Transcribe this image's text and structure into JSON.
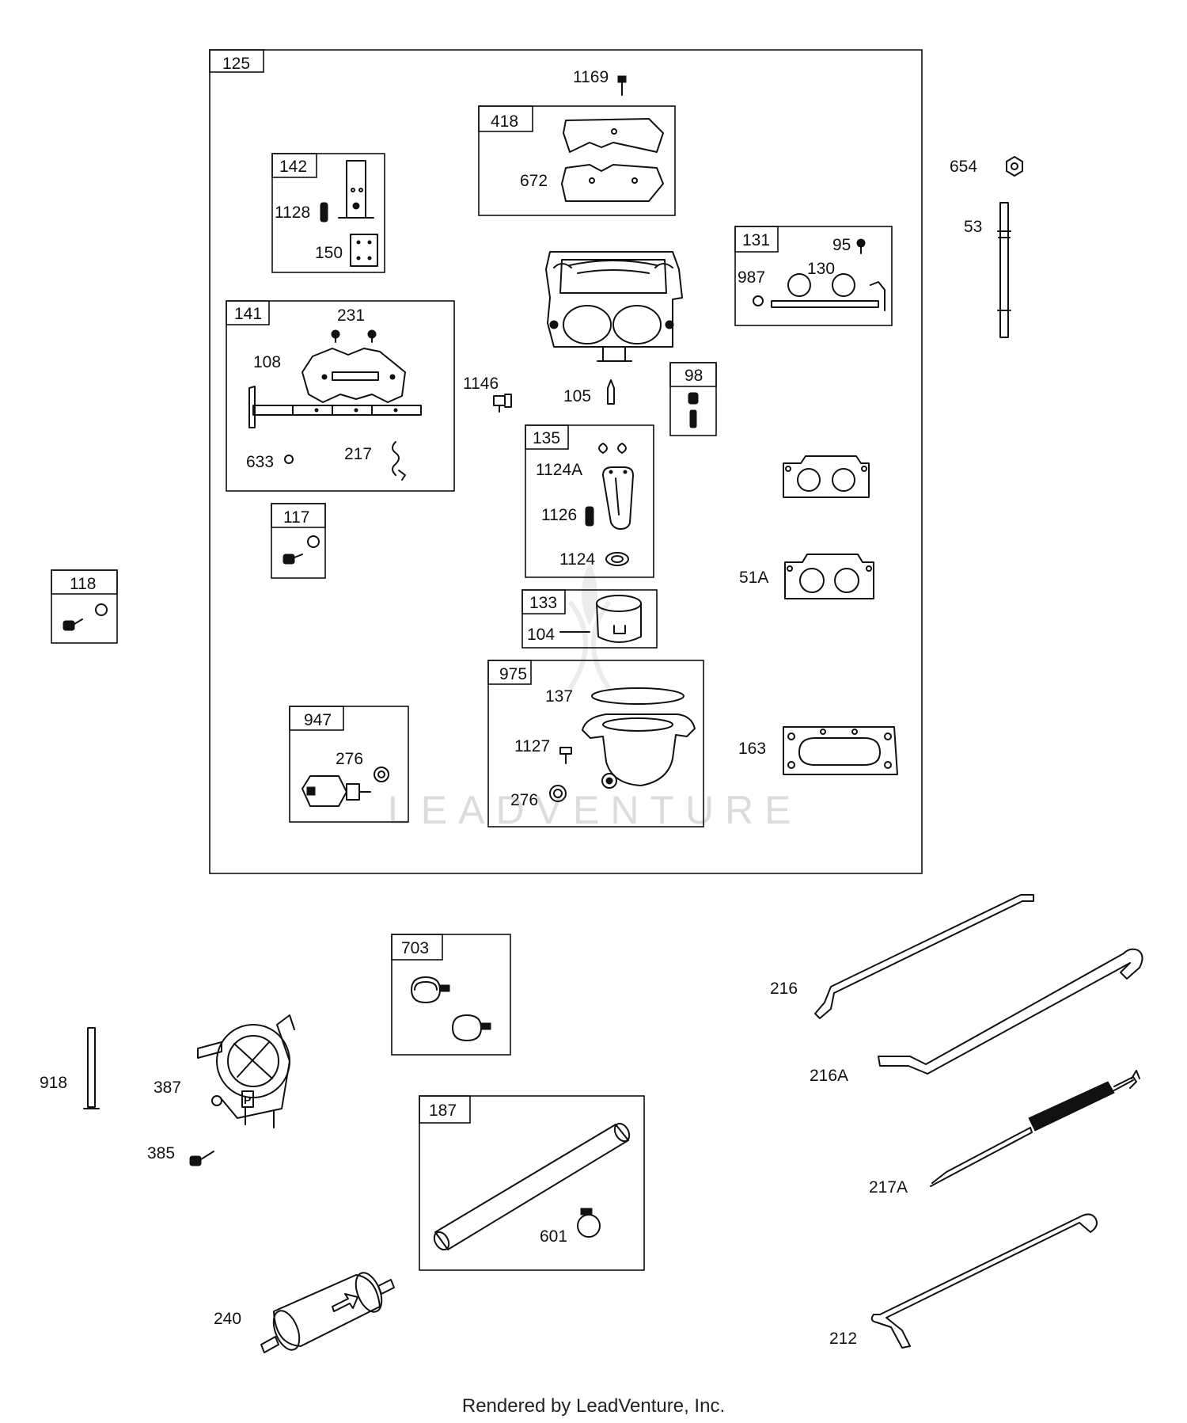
{
  "watermark": "LEADVENTURE",
  "footer": "Rendered by LeadVenture, Inc.",
  "kits": {
    "k125": "125",
    "k418": "418",
    "k142": "142",
    "k131": "131",
    "k141": "141",
    "k98": "98",
    "k135": "135",
    "k117": "117",
    "k118": "118",
    "k133": "133",
    "k975": "975",
    "k947": "947",
    "k703": "703",
    "k187": "187"
  },
  "parts": {
    "p1169": "1169",
    "p672": "672",
    "p1128": "1128",
    "p150": "150",
    "p654": "654",
    "p53": "53",
    "p95": "95",
    "p987": "987",
    "p130": "130",
    "p231": "231",
    "p108": "108",
    "p633": "633",
    "p217": "217",
    "p1146": "1146",
    "p105": "105",
    "p1124A": "1124A",
    "p1126": "1126",
    "p1124": "1124",
    "p51A": "51A",
    "p104": "104",
    "p137": "137",
    "p1127": "1127",
    "p276a": "276",
    "p276b": "276",
    "p163": "163",
    "p918": "918",
    "p387": "387",
    "p385": "385",
    "p216": "216",
    "p216A": "216A",
    "p217A": "217A",
    "p601": "601",
    "p240": "240",
    "p212": "212"
  }
}
